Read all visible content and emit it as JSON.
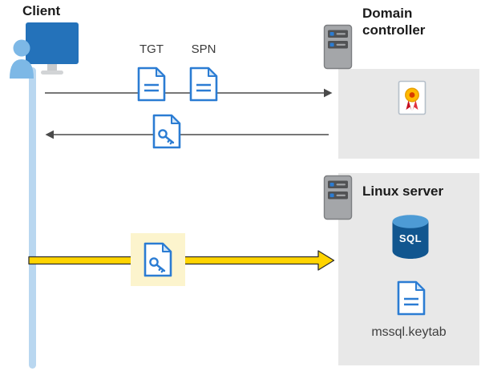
{
  "client": {
    "label": "Client"
  },
  "domain_controller": {
    "label": "Domain controller"
  },
  "linux_server": {
    "label": "Linux server"
  },
  "tickets": {
    "tgt": "TGT",
    "spn": "SPN"
  },
  "database": {
    "label": "SQL"
  },
  "keytab": {
    "label": "mssql.keytab"
  },
  "icons": {
    "client": "monitor-user-icon",
    "domain_controller": "server-icon",
    "linux_server": "server-icon",
    "tgt": "document-icon",
    "spn": "document-icon",
    "service_ticket": "document-key-icon",
    "certificate": "certificate-icon",
    "database": "sql-database-icon",
    "keytab_file": "document-icon"
  },
  "colors": {
    "document_blue": "#2b7cd3",
    "client_blue": "#2472ba",
    "person_blue": "#7db8e6",
    "lifeline_blue": "#b9d7f0",
    "panel_gray": "#e8e8e8",
    "arrow_gray": "#4a4a4a",
    "flow_yellow": "#ffd400",
    "highlight_yellow": "#fcf4cd",
    "sql_navy": "#11568f"
  }
}
